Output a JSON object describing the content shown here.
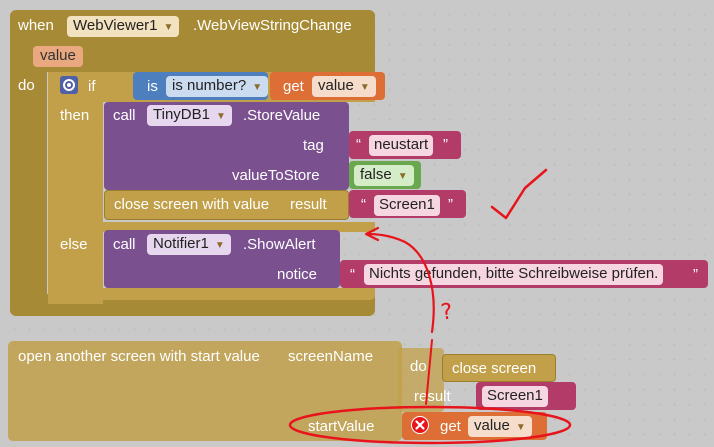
{
  "event_block": {
    "when": "when",
    "component": "WebViewer1",
    "event": ".WebViewStringChange",
    "param": "value",
    "do": "do"
  },
  "if_block": {
    "if": "if",
    "then": "then",
    "else": "else",
    "is_number": "is number?",
    "get": "get",
    "get_var": "value"
  },
  "store_block": {
    "call": "call",
    "component": "TinyDB1",
    "method": ".StoreValue",
    "tag_label": "tag",
    "tag_value": "neustart",
    "value_label": "valueToStore",
    "value": "false"
  },
  "close_block": {
    "label": "close screen with value",
    "result_label": "result",
    "result_value": "Screen1"
  },
  "alert_block": {
    "call": "call",
    "component": "Notifier1",
    "method": ".ShowAlert",
    "notice_label": "notice",
    "notice_value": "Nichts gefunden, bitte Schreibweise prüfen."
  },
  "open_block": {
    "label": "open another screen with start value",
    "screen_label": "screenName",
    "start_label": "startValue",
    "get": "get",
    "get_var": "value"
  },
  "floating_block": {
    "do": "do",
    "label": "close screen",
    "result_label": "result",
    "result_value": "Screen1"
  },
  "annotations": {
    "question": "?",
    "mark_color": "#e8141b"
  },
  "colors": {
    "event": "#a78a35",
    "control": "#c2a04a",
    "procedure": "#7a508f",
    "text": "#b33b68",
    "logic": "#6aa84f",
    "math": "#4d7fbe",
    "variable": "#dd6e35"
  }
}
